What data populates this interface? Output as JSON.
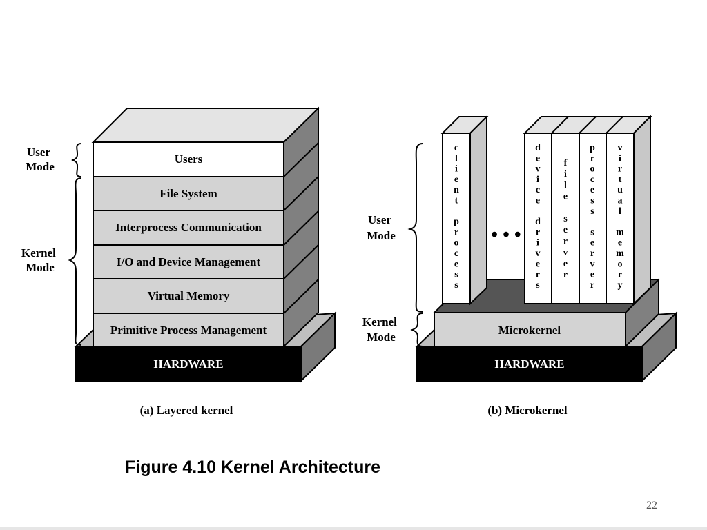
{
  "figure_title": "Figure 4.10 Kernel Architecture",
  "slide_number": "22",
  "layered": {
    "caption": "(a) Layered kernel",
    "user_mode_label": [
      "User",
      "Mode"
    ],
    "kernel_mode_label": [
      "Kernel",
      "Mode"
    ],
    "layers": [
      "Users",
      "File System",
      "Interprocess Communication",
      "I/O and Device Management",
      "Virtual Memory",
      "Primitive Process Management"
    ],
    "hardware": "HARDWARE"
  },
  "micro": {
    "caption": "(b) Microkernel",
    "user_mode_label": [
      "User",
      "Mode"
    ],
    "kernel_mode_label": [
      "Kernel",
      "Mode"
    ],
    "servers": [
      {
        "label": "client process",
        "columns": [
          [
            "c",
            "l",
            "i",
            "e",
            "n",
            "t",
            "",
            "p",
            "r",
            "o",
            "c",
            "e",
            "s",
            "s"
          ]
        ]
      },
      {
        "label": "device drivers",
        "columns": [
          [
            "d",
            "e",
            "v",
            "i",
            "c",
            "e",
            "",
            "d",
            "r",
            "i",
            "v",
            "e",
            "r",
            "s"
          ]
        ]
      },
      {
        "label": "file server",
        "columns": [
          [
            "f",
            "i",
            "l",
            "e",
            "",
            "s",
            "e",
            "r",
            "v",
            "e",
            "r"
          ]
        ]
      },
      {
        "label": "process server",
        "columns": [
          [
            "p",
            "r",
            "o",
            "c",
            "e",
            "s",
            "s",
            "",
            "s",
            "e",
            "r",
            "v",
            "e",
            "r"
          ]
        ]
      },
      {
        "label": "virtual memory",
        "columns": [
          [
            "v",
            "i",
            "r",
            "t",
            "u",
            "a",
            "l",
            "",
            "m",
            "e",
            "m",
            "o",
            "r",
            "y"
          ]
        ]
      }
    ],
    "ellipsis": "• • •",
    "microkernel": "Microkernel",
    "hardware": "HARDWARE"
  },
  "colors": {
    "outline": "#000000",
    "layer_fill": "#d3d3d3",
    "users_fill": "#ffffff",
    "top_face": "#e4e4e4",
    "side_face": "#808080",
    "hardware_front": "#000000",
    "hardware_top": "#bfbfbf",
    "hardware_side": "#7a7a7a"
  }
}
